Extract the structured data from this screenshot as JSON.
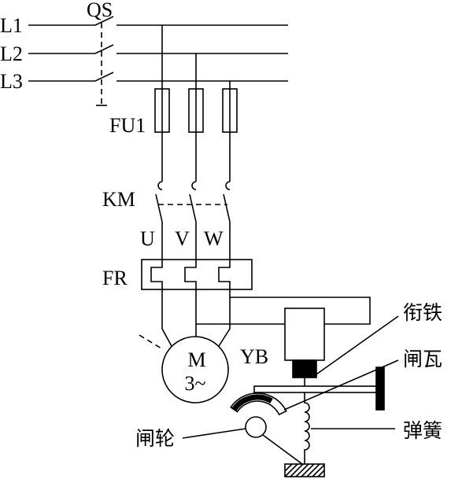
{
  "supply": {
    "l1": "L1",
    "l2": "L2",
    "l3": "L3"
  },
  "switch_qs": {
    "label": "QS"
  },
  "fuse_fu1": {
    "label": "FU1"
  },
  "contactor_km": {
    "label": "KM"
  },
  "phases": {
    "u": "U",
    "v": "V",
    "w": "W"
  },
  "thermal_relay_fr": {
    "label": "FR"
  },
  "motor": {
    "symbol": "M",
    "type": "3~"
  },
  "brake_yb": {
    "label": "YB"
  },
  "callouts": {
    "armature": "衔铁",
    "brake_shoe": "闸瓦",
    "spring": "弹簧",
    "brake_wheel": "闸轮"
  },
  "colors": {
    "line": "#000000",
    "background": "#ffffff"
  }
}
